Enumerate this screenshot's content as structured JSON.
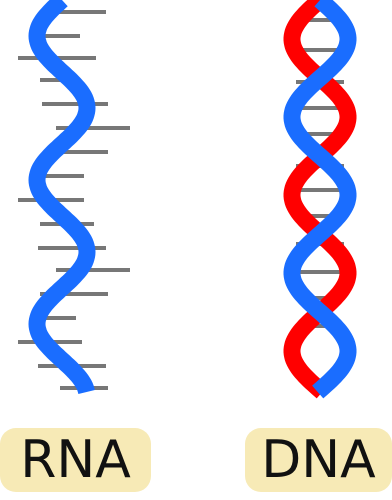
{
  "labels": {
    "rna": "RNA",
    "dna": "DNA"
  },
  "colors": {
    "rna_strand": "#1a6dff",
    "dna_strand_a": "#1a6dff",
    "dna_strand_b": "#ff0000",
    "base": "#777777",
    "label_bg": "#f7eab6"
  },
  "rna": {
    "bases": 17
  },
  "dna": {
    "base_pairs": 12
  }
}
